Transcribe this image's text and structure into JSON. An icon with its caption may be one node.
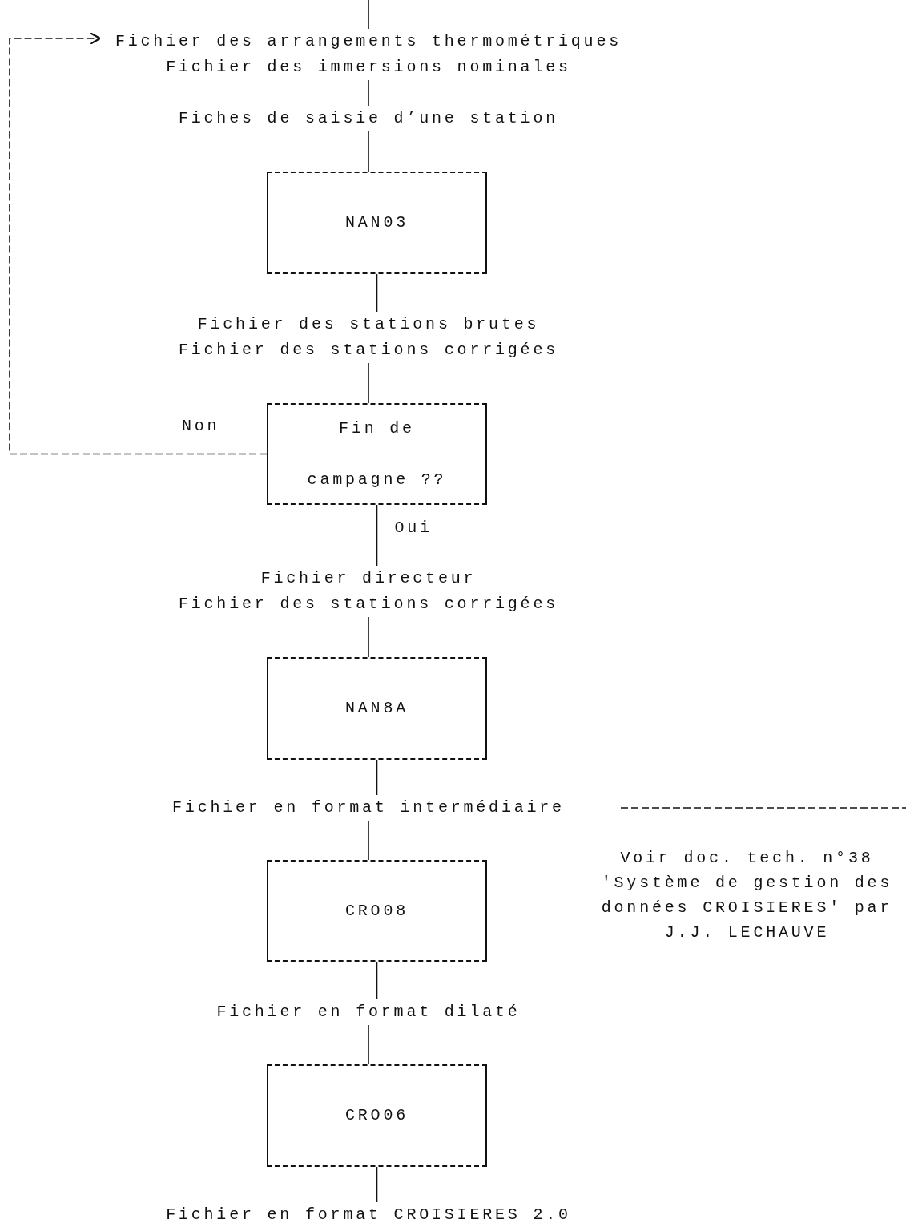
{
  "diagram": {
    "nodes": [
      {
        "text": [
          "Fichier des arrangements thermométriques",
          "Fichier des immersions nominales"
        ]
      },
      {
        "text": [
          "Fiches de saisie d’une station"
        ]
      },
      {
        "text": [
          "NAN03"
        ]
      },
      {
        "text": [
          "Fichier des stations brutes",
          "Fichier des stations corrigées"
        ]
      },
      {
        "text": [
          "Fin de campagne ??"
        ]
      },
      {
        "text": [
          "Fichier directeur",
          "Fichier des stations corrigées"
        ]
      },
      {
        "text": [
          "NAN8A"
        ]
      },
      {
        "text": [
          "Fichier en format intermédiaire"
        ]
      },
      {
        "text": [
          "CRO08"
        ]
      },
      {
        "text": [
          "Fichier en format dilaté"
        ]
      },
      {
        "text": [
          "CRO06"
        ]
      },
      {
        "text": [
          "Fichier en format CROISIERES 2.0"
        ]
      }
    ],
    "edges": [
      {
        "from": null,
        "to": 0,
        "arrow": "none"
      },
      {
        "from": 0,
        "to": 1,
        "arrow": "none"
      },
      {
        "from": 1,
        "to": 2,
        "arrow": "none"
      },
      {
        "from": 2,
        "to": 3,
        "arrow": "none"
      },
      {
        "from": 3,
        "to": 4,
        "arrow": "none"
      },
      {
        "from": 4,
        "to": 0,
        "arrow": "to",
        "label": "Non",
        "style": "dashed"
      },
      {
        "from": 4,
        "to": 5,
        "arrow": "none",
        "label": "Oui"
      },
      {
        "from": 5,
        "to": 6,
        "arrow": "none"
      },
      {
        "from": 6,
        "to": 7,
        "arrow": "none"
      },
      {
        "from": 7,
        "to": 8,
        "arrow": "none"
      },
      {
        "from": 7,
        "to": null,
        "arrow": "none",
        "style": "dashed"
      },
      {
        "from": 8,
        "to": 9,
        "arrow": "none"
      },
      {
        "from": 9,
        "to": 10,
        "arrow": "none"
      },
      {
        "from": 10,
        "to": 11,
        "arrow": "none"
      }
    ],
    "labels": [
      "Voir doc. tech. n°38 'Système de gestion des données CROISIERES' par J.J. LECHAUVE"
    ]
  }
}
